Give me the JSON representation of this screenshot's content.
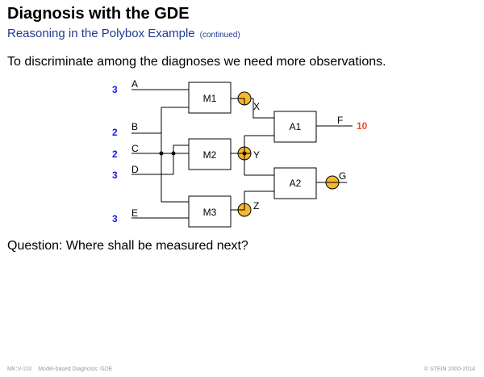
{
  "title": "Diagnosis with the GDE",
  "subtitle": "Reasoning in the Polybox Example",
  "subtitle_note": "(continued)",
  "intro": "To discriminate among the diagnoses we need more observations.",
  "question": "Question: Where shall be measured next?",
  "footer": {
    "left_code": "MK:V-110",
    "left_text": "Model-based Diagnosis: GDE",
    "right": "© STEIN 2000-2014"
  },
  "circuit": {
    "inputs": {
      "A": "A",
      "B": "B",
      "C": "C",
      "D": "D",
      "E": "E"
    },
    "input_values": {
      "A": "3",
      "B": "2",
      "C": "2",
      "D": "3",
      "E": "3"
    },
    "components": {
      "M1": "M1",
      "M2": "M2",
      "M3": "M3",
      "A1": "A1",
      "A2": "A2"
    },
    "probes": {
      "X": "X",
      "Y": "Y",
      "Z": "Z",
      "G": "G"
    },
    "output_F": "F",
    "output_F_value": "10",
    "colors": {
      "value_blue": "#1a1aee",
      "value_red": "#e8502a",
      "probe_fill": "#f5b82e"
    }
  }
}
